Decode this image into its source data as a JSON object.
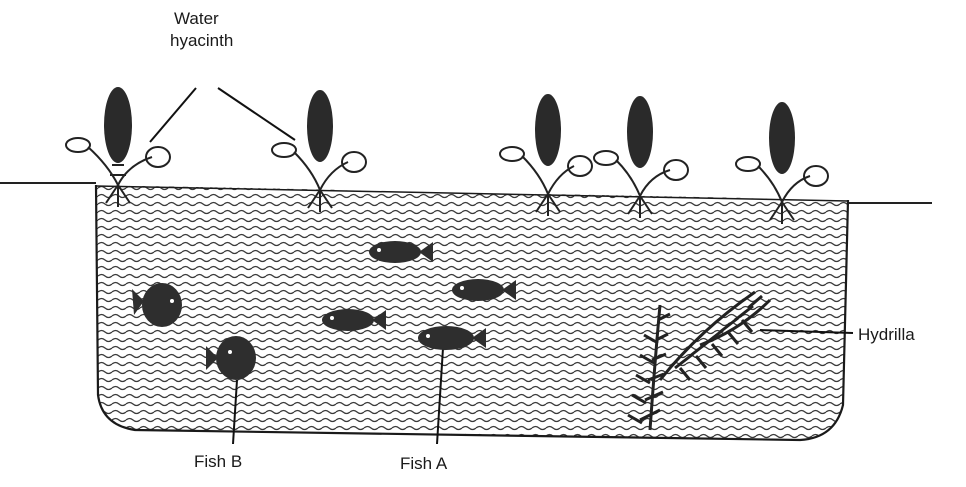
{
  "labels": {
    "water_hyacinth_line1": "Water",
    "water_hyacinth_line2": "hyacinth",
    "hydrilla": "Hydrilla",
    "fish_b": "Fish B",
    "fish_a": "Fish A"
  }
}
